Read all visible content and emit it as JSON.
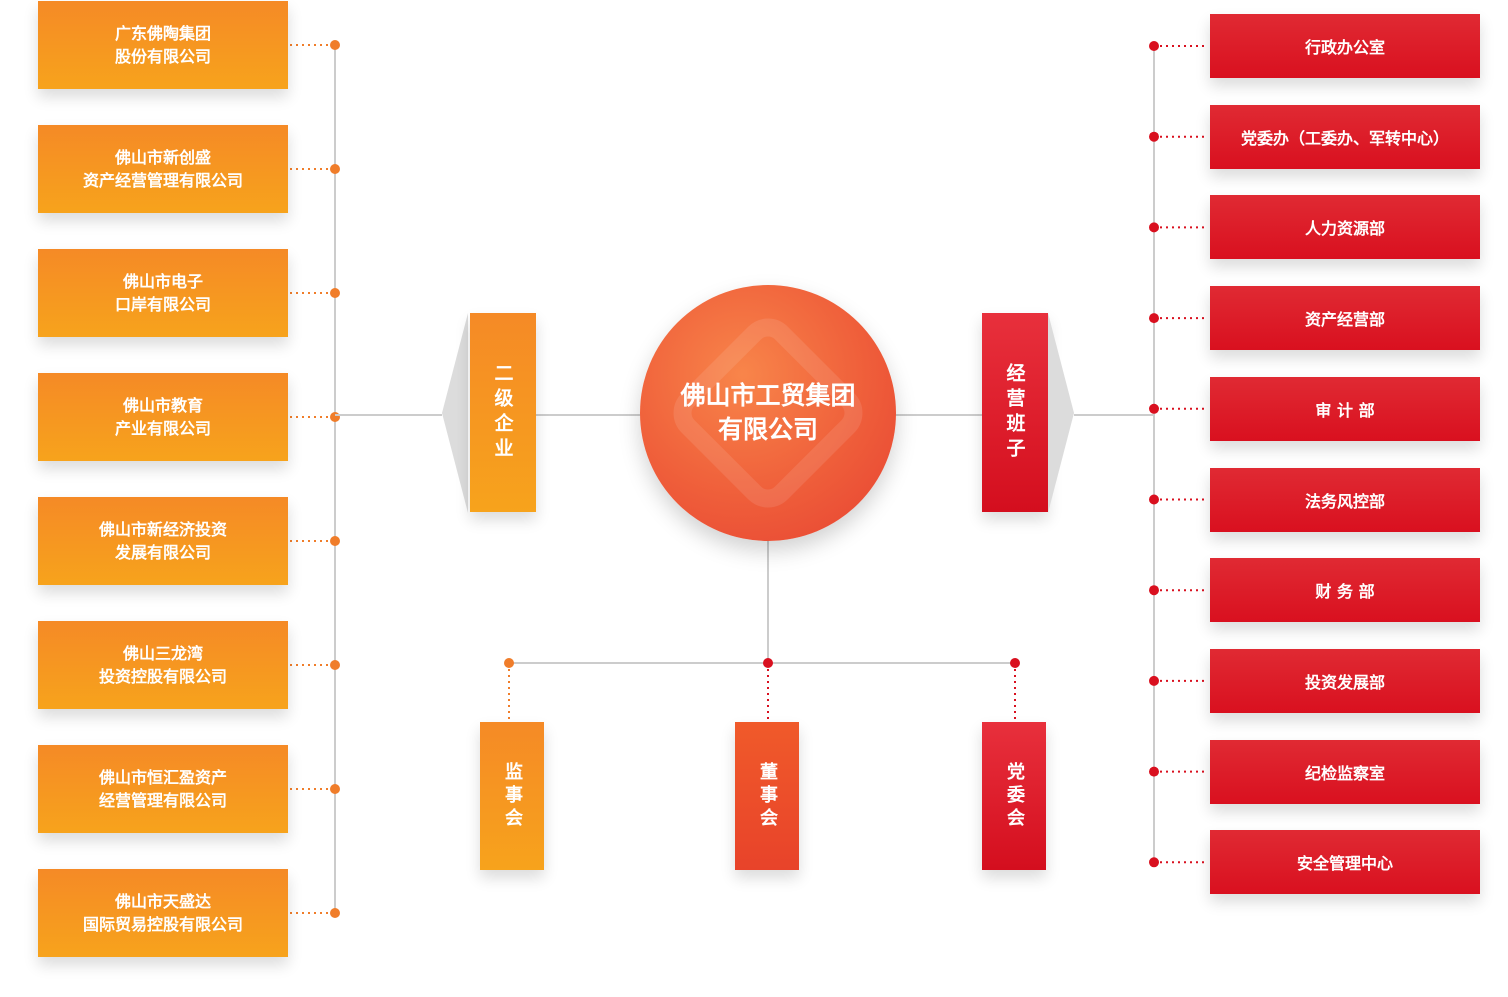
{
  "center": {
    "line1": "佛山市工贸集团",
    "line2": "有限公司"
  },
  "left_hub": {
    "label": "二级企业"
  },
  "right_hub": {
    "label": "经营班子"
  },
  "subsidiaries": [
    {
      "line1": "广东佛陶集团",
      "line2": "股份有限公司"
    },
    {
      "line1": "佛山市新创盛",
      "line2": "资产经营管理有限公司"
    },
    {
      "line1": "佛山市电子",
      "line2": "口岸有限公司"
    },
    {
      "line1": "佛山市教育",
      "line2": "产业有限公司"
    },
    {
      "line1": "佛山市新经济投资",
      "line2": "发展有限公司"
    },
    {
      "line1": "佛山三龙湾",
      "line2": "投资控股有限公司"
    },
    {
      "line1": "佛山市恒汇盈资产",
      "line2": "经营管理有限公司"
    },
    {
      "line1": "佛山市天盛达",
      "line2": "国际贸易控股有限公司"
    }
  ],
  "departments": [
    {
      "label": "行政办公室"
    },
    {
      "label": "党委办（工委办、军转中心）"
    },
    {
      "label": "人力资源部"
    },
    {
      "label": "资产经营部"
    },
    {
      "label": "审  计  部"
    },
    {
      "label": "法务风控部"
    },
    {
      "label": "财  务  部"
    },
    {
      "label": "投资发展部"
    },
    {
      "label": "纪检监察室"
    },
    {
      "label": "安全管理中心"
    }
  ],
  "boards": [
    {
      "label": "监事会"
    },
    {
      "label": "董事会"
    },
    {
      "label": "党委会"
    }
  ],
  "colors": {
    "orange": "#f7931e",
    "red": "#d9101f",
    "line": "#cccccc",
    "dot_orange": "#f07d2a",
    "dot_red": "#d9101f"
  }
}
